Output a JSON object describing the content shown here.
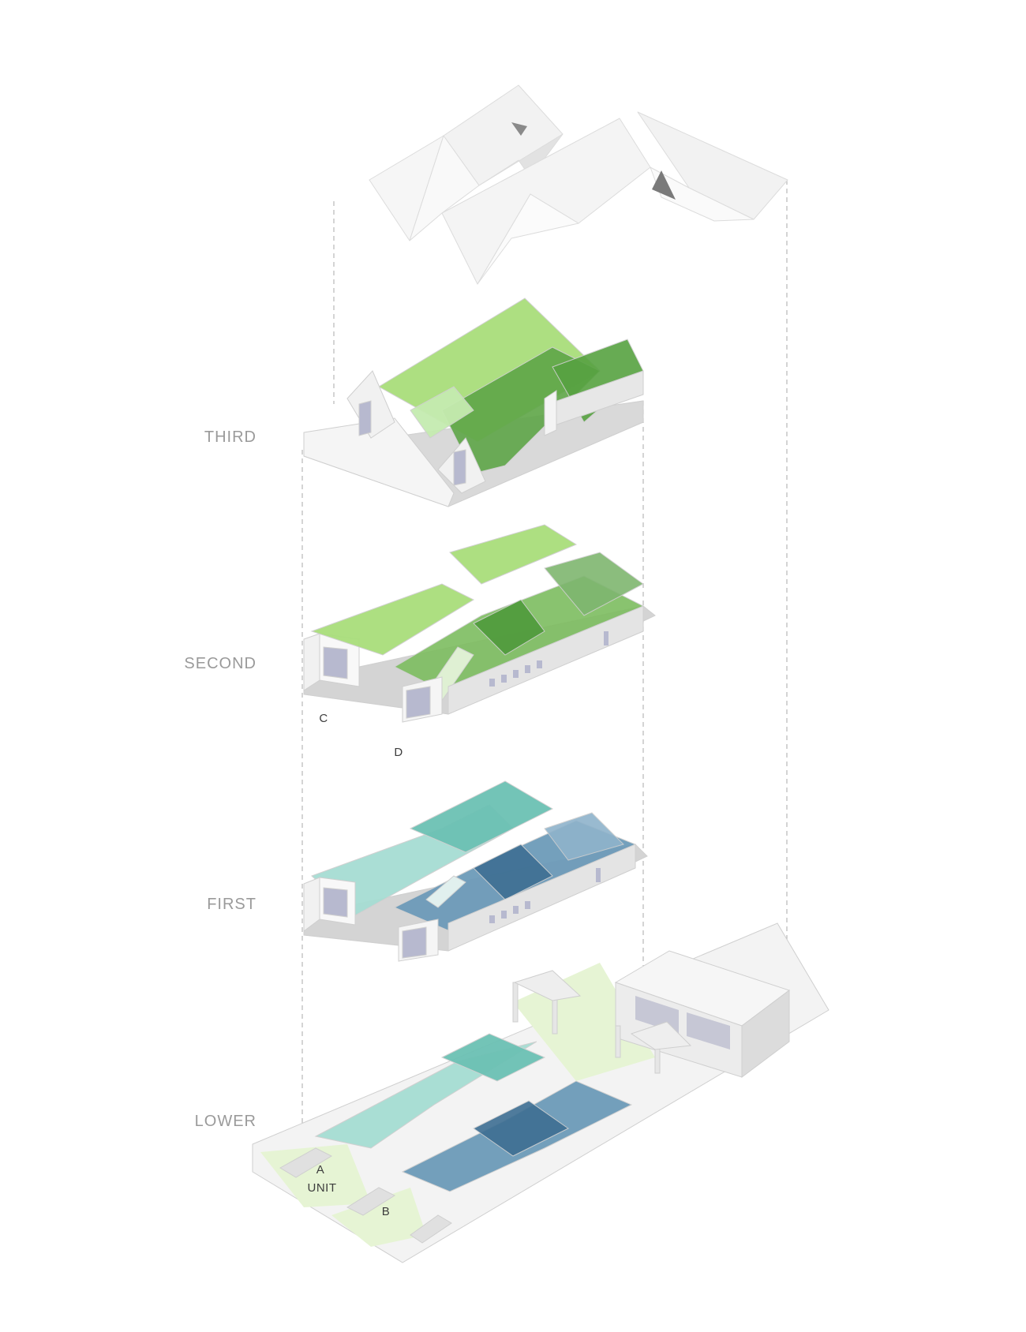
{
  "floors": {
    "third": "THIRD",
    "second": "SECOND",
    "first": "FIRST",
    "lower": "LOWER"
  },
  "units": {
    "c": "C",
    "d": "D",
    "a": "A",
    "unit": "UNIT",
    "b": "B"
  },
  "colors": {
    "green_light": "#a8df7a",
    "green_mid": "#7fc95b",
    "green_dark": "#4f9a3c",
    "teal_light": "#a6ddd3",
    "teal_mid": "#6cc1b4",
    "blue_mid": "#6d9bb9",
    "blue_dark": "#3e6f93",
    "wall": "#efefef",
    "wall_shade": "#d2d2d2",
    "roof": "#f4f4f4",
    "ground_green": "#e6f4d4",
    "guide": "#b5b5b5"
  }
}
